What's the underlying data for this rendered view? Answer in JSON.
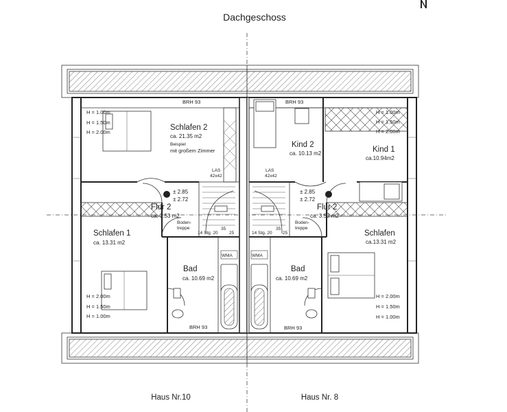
{
  "title": "Dachgeschoss",
  "houses": [
    {
      "name": "Haus Nr.10"
    },
    {
      "name": "Haus Nr. 8"
    }
  ],
  "rooms": {
    "schlafen2": {
      "name": "Schlafen 2",
      "area": "ca. 21.35 m2",
      "note1": "Beispiel",
      "note2": "mit großem Zimmer"
    },
    "kind2": {
      "name": "Kind 2",
      "area": "ca. 10.13 m2"
    },
    "kind1": {
      "name": "Kind 1",
      "area": "ca.10.94m2"
    },
    "flur_left": {
      "name": "Flur 2",
      "area": "ca. 3.53 m2"
    },
    "flur_right": {
      "name": "Flur 2",
      "area": "ca. 3.53 m2"
    },
    "schlafen1": {
      "name": "Schlafen 1",
      "area": "ca. 13.31 m2"
    },
    "schlafen_right": {
      "name": "Schlafen",
      "area": "ca.13.31 m2"
    },
    "bad_left": {
      "name": "Bad",
      "area": "ca. 10.69 m2"
    },
    "bad_right": {
      "name": "Bad",
      "area": "ca. 10.69 m2"
    }
  },
  "heights": {
    "h100": "H = 1.00m",
    "h150": "H = 1.50m",
    "h200": "H = 2.00m",
    "h100_alt": "H = 1.00m",
    "h150_alt": "H = 1.50m",
    "h200_alt": "H = 2.00m"
  },
  "labels": {
    "brh": "BRH 93",
    "las": "LAS",
    "las_size": "42x42",
    "level_plus": "± 2.85",
    "level_base": "± 2.72",
    "bodentreppe_1": "Boden-",
    "bodentreppe_2": "treppe",
    "stair_left": "14 Stg. 20",
    "stair_right": "14 Stg. 20",
    "stair_frac": "35",
    "stair_frac2": "25",
    "wma": "WMA"
  }
}
